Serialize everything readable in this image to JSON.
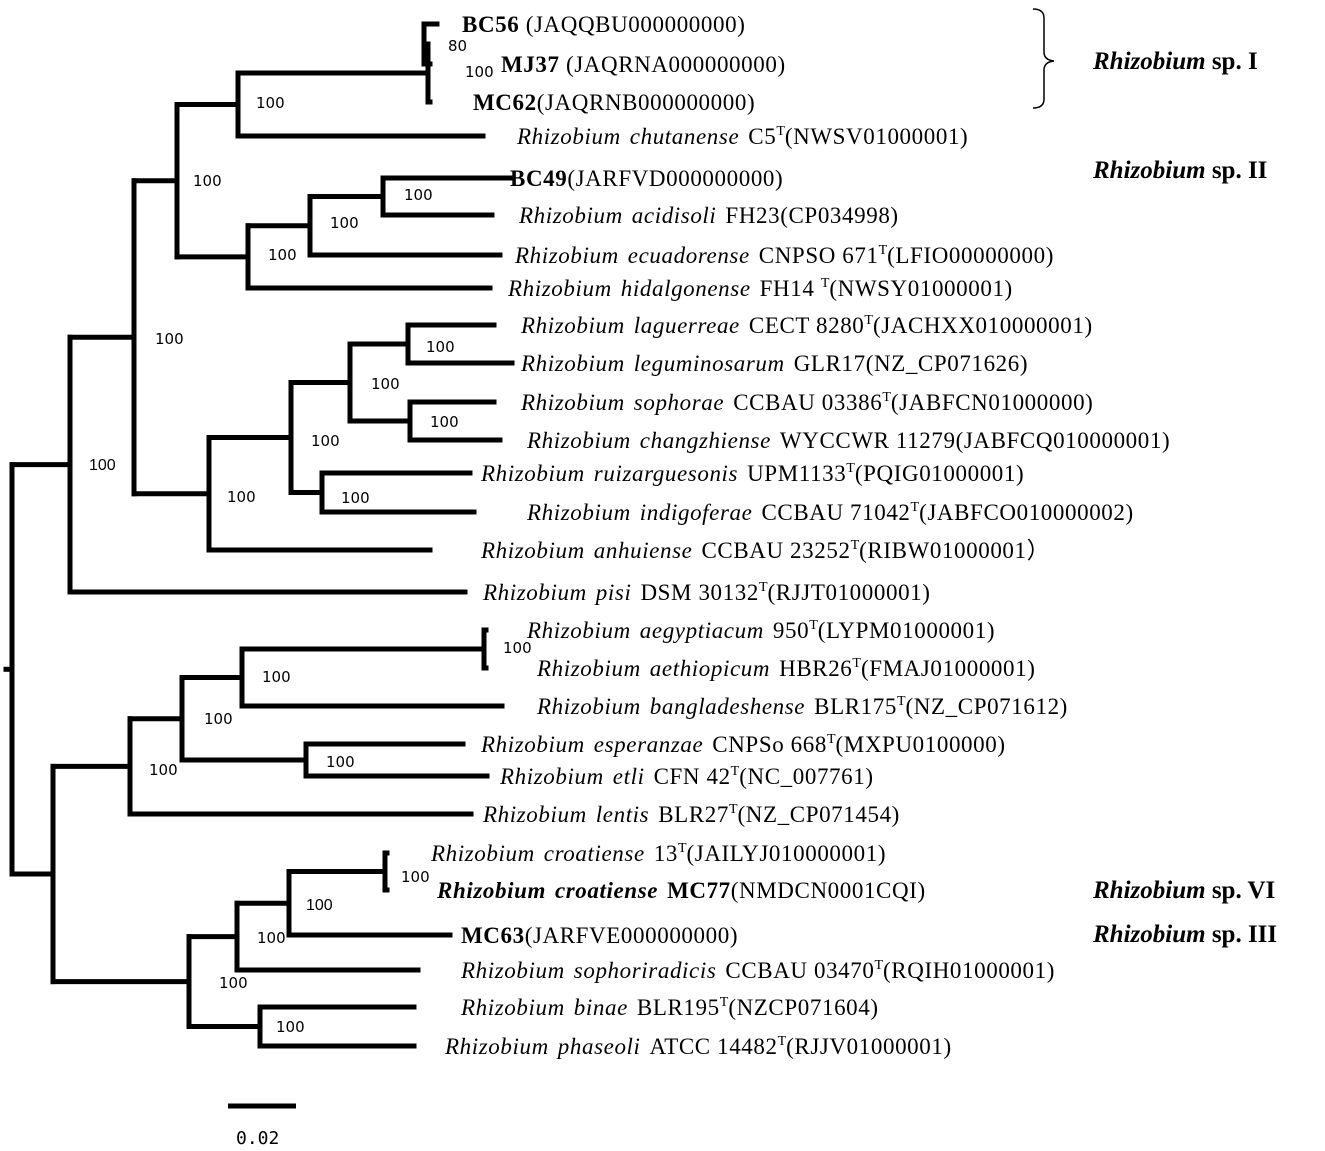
{
  "taxa": [
    {
      "genus": "",
      "species": "",
      "strain": "BC56",
      "sup": "",
      "acc": " (JAQQBU000000000)",
      "bold": true
    },
    {
      "genus": "",
      "species": "",
      "strain": "MJ37",
      "sup": "",
      "acc": " (JAQRNA000000000)",
      "bold": true
    },
    {
      "genus": "",
      "species": "",
      "strain": "MC62",
      "sup": "",
      "acc": "(JAQRNB000000000)",
      "bold": true
    },
    {
      "genus": "Rhizobium",
      "species": "chutanense",
      "strain": "C5",
      "sup": "T",
      "acc": "(NWSV01000001)",
      "bold": false
    },
    {
      "genus": "",
      "species": "",
      "strain": "BC49",
      "sup": "",
      "acc": "(JARFVD000000000)",
      "bold": true
    },
    {
      "genus": "Rhizobium",
      "species": "acidisoli",
      "strain": "FH23",
      "sup": "",
      "acc": "(CP034998)",
      "bold": false
    },
    {
      "genus": "Rhizobium",
      "species": "ecuadorense",
      "strain": "CNPSO 671",
      "sup": "T",
      "acc": "(LFIO00000000)",
      "bold": false
    },
    {
      "genus": "Rhizobium",
      "species": "hidalgonense",
      "strain": "FH14 ",
      "sup": "T",
      "acc": "(NWSY01000001)",
      "bold": false
    },
    {
      "genus": "Rhizobium",
      "species": "laguerreae",
      "strain": "CECT 8280",
      "sup": "T",
      "acc": "(JACHXX010000001)",
      "bold": false
    },
    {
      "genus": "Rhizobium",
      "species": "leguminosarum",
      "strain": "GLR17",
      "sup": "",
      "acc": "(NZ_CP071626)",
      "bold": false
    },
    {
      "genus": "Rhizobium",
      "species": "sophorae",
      "strain": "CCBAU 03386",
      "sup": "T",
      "acc": "(JABFCN01000000)",
      "bold": false
    },
    {
      "genus": "Rhizobium",
      "species": "changzhiense",
      "strain": "WYCCWR 11279",
      "sup": "",
      "acc": "(JABFCQ010000001)",
      "bold": false
    },
    {
      "genus": "Rhizobium",
      "species": "ruizarguesonis",
      "strain": "UPM1133",
      "sup": "T",
      "acc": "(PQIG01000001)",
      "bold": false
    },
    {
      "genus": "Rhizobium",
      "species": "indigoferae",
      "strain": "CCBAU 71042",
      "sup": "T",
      "acc": "(JABFCO010000002)",
      "bold": false
    },
    {
      "genus": "Rhizobium",
      "species": "anhuiense",
      "strain": "CCBAU 23252",
      "sup": "T",
      "acc": "(RIBW01000001）",
      "bold": false
    },
    {
      "genus": "Rhizobium",
      "species": "pisi",
      "strain": "DSM 30132",
      "sup": "T",
      "acc": "(RJJT01000001)",
      "bold": false
    },
    {
      "genus": "Rhizobium",
      "species": "aegyptiacum",
      "strain": "950",
      "sup": "T",
      "acc": "(LYPM01000001)",
      "bold": false
    },
    {
      "genus": "Rhizobium",
      "species": "aethiopicum",
      "strain": "HBR26",
      "sup": "T",
      "acc": "(FMAJ01000001)",
      "bold": false
    },
    {
      "genus": "Rhizobium",
      "species": "bangladeshense",
      "strain": "BLR175",
      "sup": "T",
      "acc": "(NZ_CP071612)",
      "bold": false
    },
    {
      "genus": "Rhizobium",
      "species": "esperanzae",
      "strain": "CNPSo 668",
      "sup": "T",
      "acc": "(MXPU0100000)",
      "bold": false
    },
    {
      "genus": "Rhizobium",
      "species": "etli",
      "strain": "CFN 42",
      "sup": "T",
      "acc": "(NC_007761)",
      "bold": false
    },
    {
      "genus": "Rhizobium",
      "species": "lentis",
      "strain": "BLR27",
      "sup": "T",
      "acc": "(NZ_CP071454)",
      "bold": false
    },
    {
      "genus": "Rhizobium",
      "species": "croatiense",
      "strain": "13",
      "sup": "T",
      "acc": "(JAILYJ010000001)",
      "bold": false
    },
    {
      "genus": "Rhizobium",
      "species": "croatiense",
      "strain": "MC77",
      "sup": "",
      "acc": "(NMDCN0001CQI)",
      "bold": true
    },
    {
      "genus": "",
      "species": "",
      "strain": "MC63",
      "sup": "",
      "acc": "(JARFVE000000000)",
      "bold": true
    },
    {
      "genus": "Rhizobium",
      "species": "sophoriradicis",
      "strain": "CCBAU 03470",
      "sup": "T",
      "acc": "(RQIH01000001)",
      "bold": false
    },
    {
      "genus": "Rhizobium",
      "species": "binae",
      "strain": "BLR195",
      "sup": "T",
      "acc": "(NZCP071604)",
      "bold": false
    },
    {
      "genus": "Rhizobium",
      "species": "phaseoli",
      "strain": "ATCC 14482",
      "sup": "T",
      "acc": "(RJJV01000001)",
      "bold": false
    }
  ],
  "bootstrap": [
    "80",
    "100",
    "100",
    "100",
    "100",
    "100",
    "100",
    "100",
    "100",
    "100",
    "100",
    "100",
    "100",
    "100",
    "100",
    "100",
    "100",
    "100",
    "100",
    "100",
    "100",
    "100",
    "100",
    "100",
    "100"
  ],
  "groups": [
    {
      "genus": "Rhizobium",
      "label": " sp. I"
    },
    {
      "genus": "Rhizobium",
      "label": " sp. II"
    },
    {
      "genus": "Rhizobium",
      "label": " sp. VI"
    },
    {
      "genus": "Rhizobium",
      "label": " sp. III"
    }
  ],
  "scale": {
    "label": "0.02"
  },
  "colors": {
    "ink": "#000000",
    "background": "#ffffff"
  }
}
